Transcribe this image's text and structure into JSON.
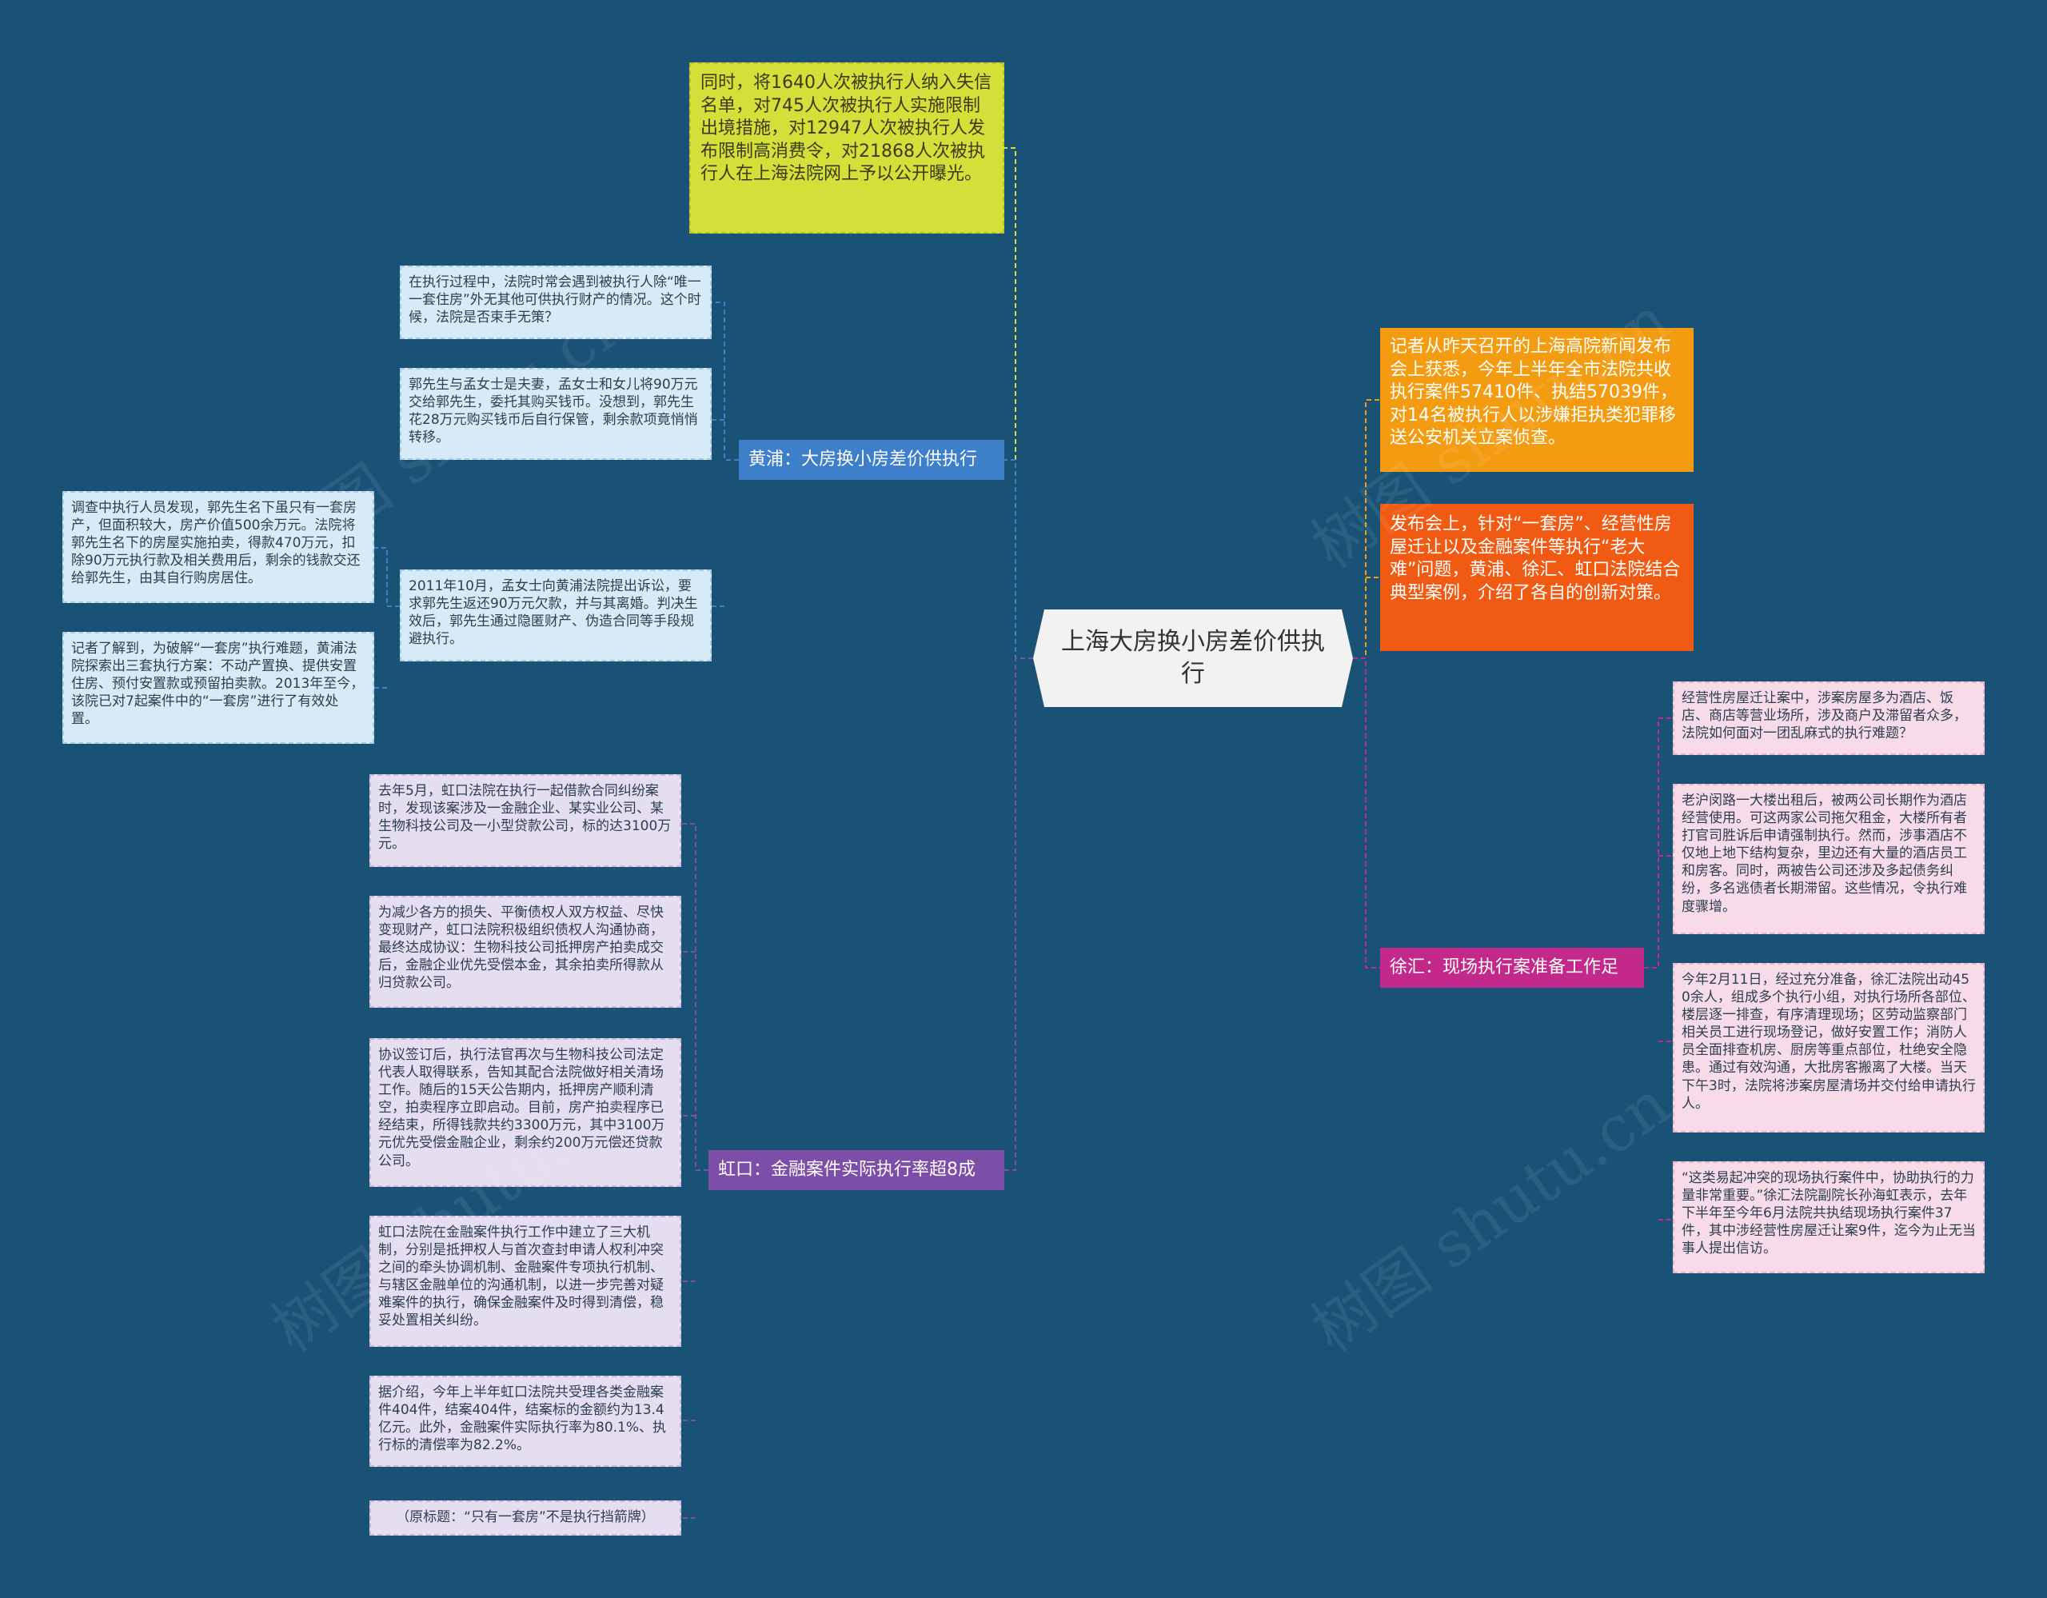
{
  "center": "上海大房换小房差价供执行",
  "top_note": "同时，将1640人次被执行人纳入失信名单，对745人次被执行人实施限制出境措施，对12947人次被执行人发布限制高消费令，对21868人次被执行人在上海法院网上予以公开曝光。",
  "huangpu": {
    "label": "黄浦：大房换小房差价供执行",
    "items": [
      "在执行过程中，法院时常会遇到被执行人除“唯一一套住房”外无其他可供执行财产的情况。这个时候，法院是否束手无策？",
      "郭先生与孟女士是夫妻，孟女士和女儿将90万元交给郭先生，委托其购买钱币。没想到，郭先生花28万元购买钱币后自行保管，剩余款项竟悄悄转移。",
      "2011年10月，孟女士向黄浦法院提出诉讼，要求郭先生返还90万元欠款，并与其离婚。判决生效后，郭先生通过隐匿财产、伪造合同等手段规避执行。"
    ],
    "sub_items": [
      "调查中执行人员发现，郭先生名下虽只有一套房产，但面积较大，房产价值500余万元。法院将郭先生名下的房屋实施拍卖，得款470万元，扣除90万元执行款及相关费用后，剩余的钱款交还给郭先生，由其自行购房居住。",
      "记者了解到，为破解“一套房”执行难题，黄浦法院探索出三套执行方案：不动产置换、提供安置住房、预付安置款或预留拍卖款。2013年至今，该院已对7起案件中的“一套房”进行了有效处置。"
    ]
  },
  "hongkou": {
    "label": "虹口：金融案件实际执行率超8成",
    "items": [
      "去年5月，虹口法院在执行一起借款合同纠纷案时，发现该案涉及一金融企业、某实业公司、某生物科技公司及一小型贷款公司，标的达3100万元。",
      "为减少各方的损失、平衡债权人双方权益、尽快变现财产，虹口法院积极组织债权人沟通协商，最终达成协议：生物科技公司抵押房产拍卖成交后，金融企业优先受偿本金，其余拍卖所得款从归贷款公司。",
      "协议签订后，执行法官再次与生物科技公司法定代表人取得联系，告知其配合法院做好相关清场工作。随后的15天公告期内，抵押房产顺利清空，拍卖程序立即启动。目前，房产拍卖程序已经结束，所得钱款共约3300万元，其中3100万元优先受偿金融企业，剩余约200万元偿还贷款公司。",
      "虹口法院在金融案件执行工作中建立了三大机制，分别是抵押权人与首次查封申请人权利冲突之间的牵头协调机制、金融案件专项执行机制、与辖区金融单位的沟通机制，以进一步完善对疑难案件的执行，确保金融案件及时得到清偿，稳妥处置相关纠纷。",
      "据介绍，今年上半年虹口法院共受理各类金融案件404件，结案404件，结案标的金额约为13.4亿元。此外，金融案件实际执行率为80.1%、执行标的清偿率为82.2%。",
      "（原标题：“只有一套房”不是执行挡箭牌）"
    ]
  },
  "right_notes": [
    "记者从昨天召开的上海高院新闻发布会上获悉，今年上半年全市法院共收执行案件57410件、执结57039件，对14名被执行人以涉嫌拒执类犯罪移送公安机关立案侦查。",
    "发布会上，针对“一套房”、经营性房屋迁让以及金融案件等执行“老大难”问题，黄浦、徐汇、虹口法院结合典型案例，介绍了各自的创新对策。"
  ],
  "xuhui": {
    "label": "徐汇：现场执行案准备工作足",
    "items": [
      "经营性房屋迁让案中，涉案房屋多为酒店、饭店、商店等营业场所，涉及商户及滞留者众多，法院如何面对一团乱麻式的执行难题？",
      "老沪闵路一大楼出租后，被两公司长期作为酒店经营使用。可这两家公司拖欠租金，大楼所有者打官司胜诉后申请强制执行。然而，涉事酒店不仅地上地下结构复杂，里边还有大量的酒店员工和房客。同时，两被告公司还涉及多起债务纠纷，多名逃债者长期滞留。这些情况，令执行难度骤增。",
      "今年2月11日，经过充分准备，徐汇法院出动450余人，组成多个执行小组，对执行场所各部位、楼层逐一排查，有序清理现场；区劳动监察部门相关员工进行现场登记，做好安置工作；消防人员全面排查机房、厨房等重点部位，杜绝安全隐患。通过有效沟通，大批房客搬离了大楼。当天下午3时，法院将涉案房屋清场并交付给申请执行人。",
      "“这类易起冲突的现场执行案件中，协助执行的力量非常重要。”徐汇法院副院长孙海虹表示，去年下半年至今年6月法院共执结现场执行案件37件，其中涉经营性房屋迁让案9件，迄今为止无当事人提出信访。"
    ]
  },
  "watermark": "树图 shutu.cn",
  "colors": {
    "background": "#1a5276",
    "huangpu": "#3d7fc9",
    "hongkou": "#7d4ea8",
    "xuhui": "#c2298a",
    "note_yellow": "#d4df3a",
    "note_orange": "#f39c12",
    "note_red": "#f05a12"
  }
}
